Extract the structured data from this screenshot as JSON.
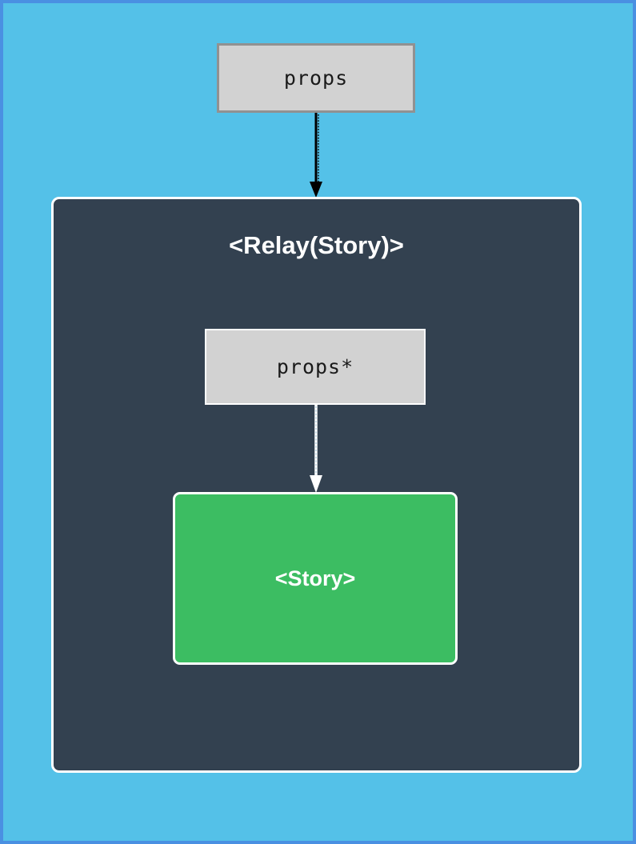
{
  "diagram": {
    "kind": "relay-data-flow",
    "props_label": "props",
    "relay_label": "<Relay(Story)>",
    "props_star_label": "props*",
    "story_label": "<Story>"
  },
  "icons": {
    "outer_arrow": "down-arrow-icon",
    "inner_arrow": "down-arrow-icon"
  },
  "colors": {
    "page_background": "#54c1e8",
    "page_border": "#4a90e2",
    "relay_panel_background": "#334150",
    "relay_panel_border": "#ffffff",
    "props_box_background": "#d2d2d2",
    "props_box_border": "#919191",
    "story_box_background": "#3cbd62",
    "story_box_border": "#ffffff",
    "arrow_outer": "#000000",
    "arrow_inner": "#ffffff",
    "label_text": "#1a1a1a",
    "title_text": "#ffffff"
  }
}
